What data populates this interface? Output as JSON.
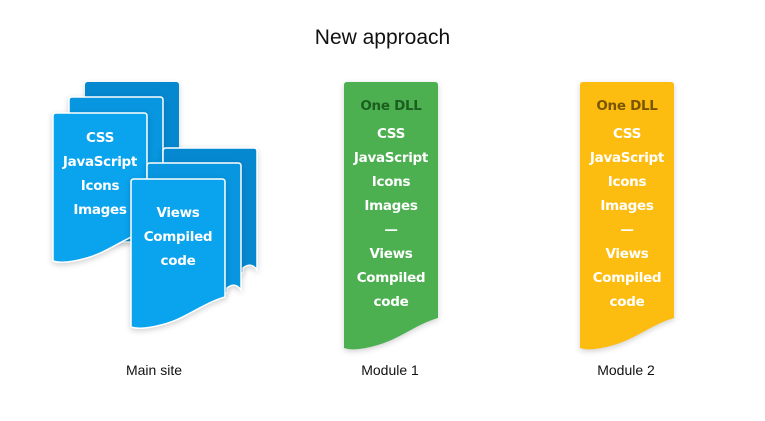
{
  "title": "New approach",
  "colors": {
    "blue_front": "#0aa3ee",
    "blue_mid": "#0796df",
    "blue_back": "#0688d1",
    "green": "#4caf50",
    "green_dll_text": "#1b5e20",
    "yellow": "#fdbd10",
    "yellow_dll_text": "#7a5600"
  },
  "main_site": {
    "caption": "Main site",
    "stack1_lines": [
      "CSS",
      "JavaScript",
      "Icons",
      "Images"
    ],
    "stack2_lines": [
      "Views",
      "Compiled",
      "code"
    ]
  },
  "module1": {
    "caption": "Module 1",
    "header": "One DLL",
    "lines": [
      "CSS",
      "JavaScript",
      "Icons",
      "Images",
      "—",
      "Views",
      "Compiled",
      "code"
    ]
  },
  "module2": {
    "caption": "Module 2",
    "header": "One DLL",
    "lines": [
      "CSS",
      "JavaScript",
      "Icons",
      "Images",
      "—",
      "Views",
      "Compiled",
      "code"
    ]
  }
}
